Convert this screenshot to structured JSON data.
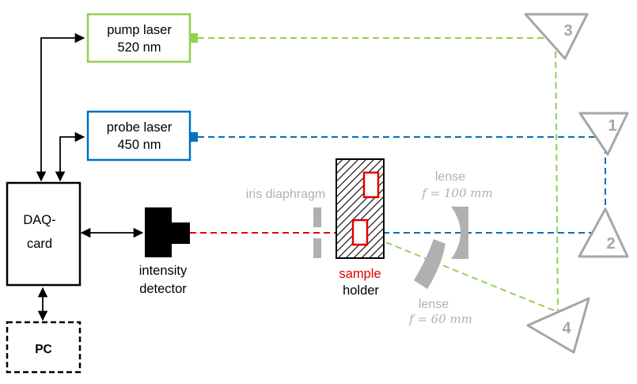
{
  "pump_laser": {
    "line1": "pump laser",
    "line2": "520 nm"
  },
  "probe_laser": {
    "line1": "probe laser",
    "line2": "450 nm"
  },
  "daq_card": {
    "line1": "DAQ-",
    "line2": "card"
  },
  "pc": {
    "label": "PC"
  },
  "detector": {
    "line1": "intensity",
    "line2": "detector"
  },
  "iris": {
    "label": "iris diaphragm"
  },
  "sample_holder": {
    "line1": "sample",
    "line2": "holder"
  },
  "lens_100": {
    "line1": "lense",
    "line2": "f = 100 mm"
  },
  "lens_60": {
    "line1": "lense",
    "line2": "f = 60 mm"
  },
  "prisms": {
    "p1": "1",
    "p2": "2",
    "p3": "3",
    "p4": "4"
  },
  "colors": {
    "pump": "#92d050",
    "probe": "#0070c0",
    "detector_beam": "#e00000",
    "sample": "#e00000",
    "optics_gray": "#b0b0b0",
    "box_black": "#000000"
  }
}
